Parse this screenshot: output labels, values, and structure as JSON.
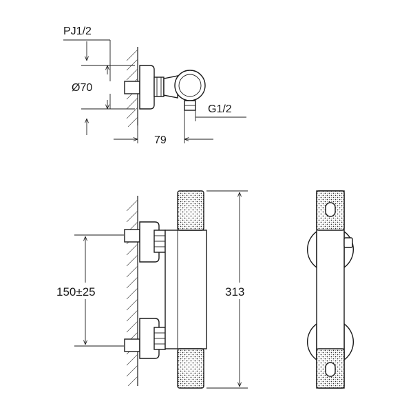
{
  "dimensions": {
    "thread_inlet": "PJ1/2",
    "rosette_diameter": "Ø70",
    "outlet_thread": "G1/2",
    "projection": "79",
    "centre_distance": "150±25",
    "body_length": "313"
  }
}
